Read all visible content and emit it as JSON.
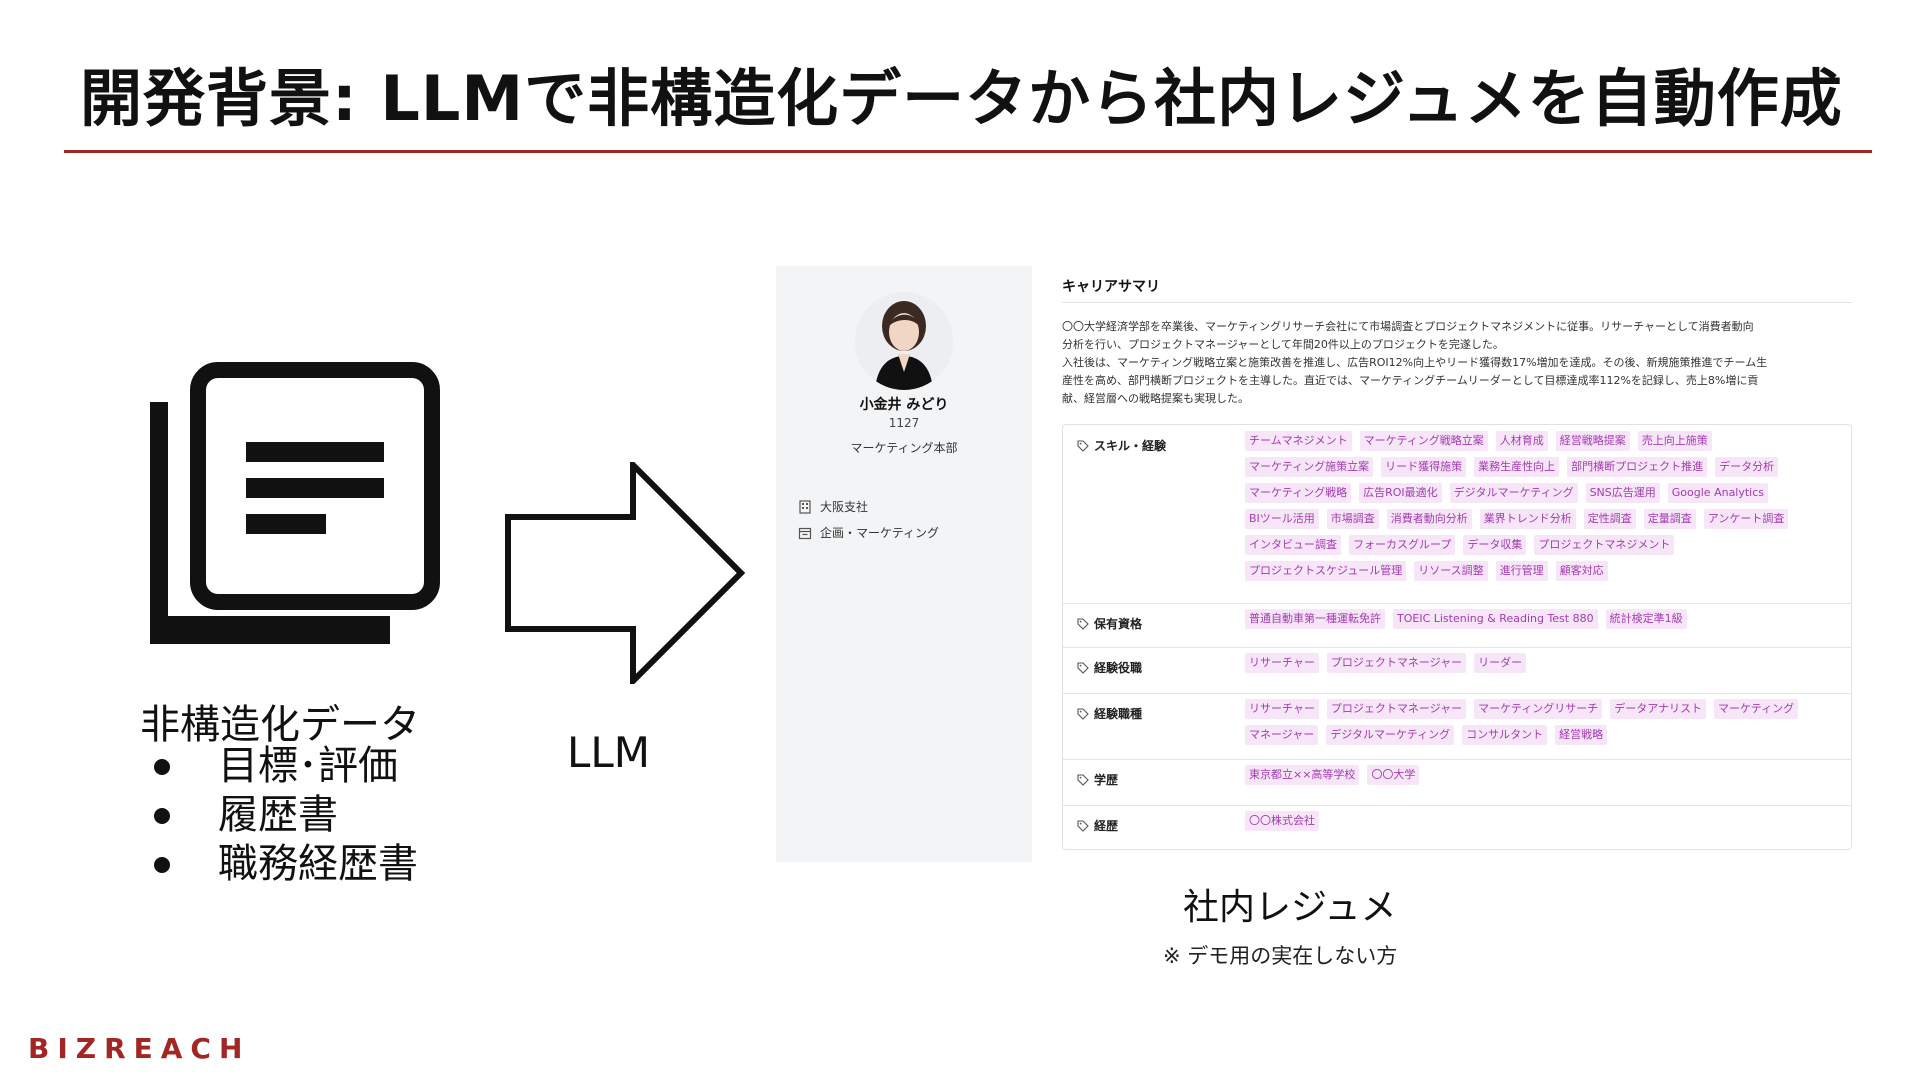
{
  "slide": {
    "title": "開発背景: LLMで非構造化データから社内レジュメを自動作成"
  },
  "left": {
    "caption": "非構造化データ",
    "items": [
      "目標･評価",
      "履歴書",
      "職務経歴書"
    ]
  },
  "arrow": {
    "label": "LLM"
  },
  "resume": {
    "profile": {
      "name": "小金井 みどり",
      "id": "1127",
      "department": "マーケティング本部",
      "office": "大阪支社",
      "team": "企画・マーケティング"
    },
    "summary": {
      "heading": "キャリアサマリ",
      "text": "〇〇大学経済学部を卒業後、マーケティングリサーチ会社にて市場調査とプロジェクトマネジメントに従事。リサーチャーとして消費者動向\n分析を行い、プロジェクトマネージャーとして年間20件以上のプロジェクトを完遂した。\n入社後は、マーケティング戦略立案と施策改善を推進し、広告ROI12%向上やリード獲得数17%増加を達成。その後、新規施策推進でチーム生\n産性を高め、部門横断プロジェクトを主導した。直近では、マーケティングチームリーダーとして目標達成率112%を記録し、売上8%増に貢\n献、経営層への戦略提案も実現した。"
    },
    "sections": [
      {
        "label": "スキル・経験",
        "tags": [
          "チームマネジメント",
          "マーケティング戦略立案",
          "人材育成",
          "経営戦略提案",
          "売上向上施策",
          "マーケティング施策立案",
          "リード獲得施策",
          "業務生産性向上",
          "部門横断プロジェクト推進",
          "データ分析",
          "マーケティング戦略",
          "広告ROI最適化",
          "デジタルマーケティング",
          "SNS広告運用",
          "Google Analytics",
          "BIツール活用",
          "市場調査",
          "消費者動向分析",
          "業界トレンド分析",
          "定性調査",
          "定量調査",
          "アンケート調査",
          "インタビュー調査",
          "フォーカスグループ",
          "データ収集",
          "プロジェクトマネジメント",
          "プロジェクトスケジュール管理",
          "リソース調整",
          "進行管理",
          "顧客対応"
        ]
      },
      {
        "label": "保有資格",
        "tags": [
          "普通自動車第一種運転免許",
          "TOEIC Listening & Reading Test 880",
          "統計検定準1級"
        ]
      },
      {
        "label": "経験役職",
        "tags": [
          "リサーチャー",
          "プロジェクトマネージャー",
          "リーダー"
        ]
      },
      {
        "label": "経験職種",
        "tags": [
          "リサーチャー",
          "プロジェクトマネージャー",
          "マーケティングリサーチ",
          "データアナリスト",
          "マーケティング",
          "マネージャー",
          "デジタルマーケティング",
          "コンサルタント",
          "経営戦略"
        ]
      },
      {
        "label": "学歴",
        "tags": [
          "東京都立××高等学校",
          "〇〇大学"
        ]
      },
      {
        "label": "経歴",
        "tags": [
          "〇〇株式会社"
        ]
      }
    ],
    "caption": "社内レジュメ",
    "note": "※ デモ用の実在しない方"
  },
  "footer": {
    "logo": "BIZREACH"
  },
  "colors": {
    "accent": "#a32626",
    "tag_text": "#a43bb0",
    "tag_bg": "#f6e6f8"
  }
}
